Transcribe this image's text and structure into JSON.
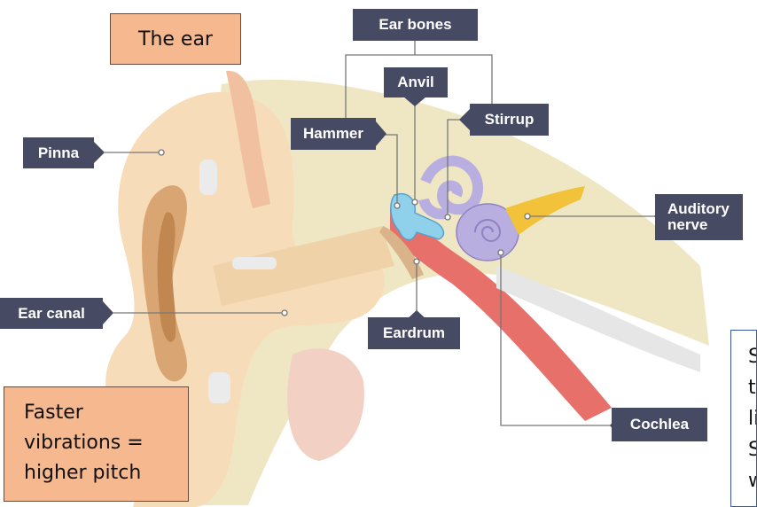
{
  "title": "The ear",
  "labels": {
    "ear_bones": "Ear bones",
    "anvil": "Anvil",
    "hammer": "Hammer",
    "stirrup": "Stirrup",
    "pinna": "Pinna",
    "auditory_nerve_1": "Auditory",
    "auditory_nerve_2": "nerve",
    "ear_canal": "Ear canal",
    "eardrum": "Eardrum",
    "cochlea": "Cochlea"
  },
  "note": {
    "line1": "Faster",
    "line2": "vibrations =",
    "line3": "higher pitch"
  },
  "side_note_fragments": [
    "S",
    "t",
    "li",
    "S",
    "w"
  ],
  "colors": {
    "label_bg": "#464a62",
    "note_bg": "#f5b88f",
    "skin": "#f6dcb8",
    "tissue": "#efe7c4",
    "canal_red": "#e8706a",
    "ossicle_blue": "#8fd0ea",
    "cochlea_purple": "#b9aee0",
    "nerve_yellow": "#f2c23a"
  }
}
